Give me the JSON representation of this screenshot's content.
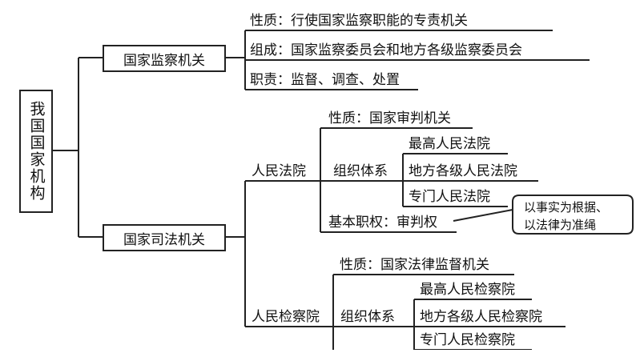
{
  "root": "我国国家机构",
  "supervision": {
    "label": "国家监察机关",
    "nature": "性质：行使国家监察职能的专责机关",
    "composition": "组成：国家监察委员会和地方各级监察委员会",
    "duties": "职责：监督、调查、处置"
  },
  "judicial": {
    "label": "国家司法机关",
    "court": {
      "label": "人民法院",
      "nature": "性质：国家审判机关",
      "org_label": "组织体系",
      "org_items": [
        "最高人民法院",
        "地方各级人民法院",
        "专门人民法院"
      ],
      "power": "基本职权：审判权",
      "callout_lines": [
        "以事实为根据、",
        "以法律为准绳"
      ]
    },
    "procuratorate": {
      "label": "人民检察院",
      "nature": "性质：国家法律监督机关",
      "org_label": "组织体系",
      "org_items": [
        "最高人民检察院",
        "地方各级人民检察院",
        "专门人民检察院"
      ]
    }
  }
}
